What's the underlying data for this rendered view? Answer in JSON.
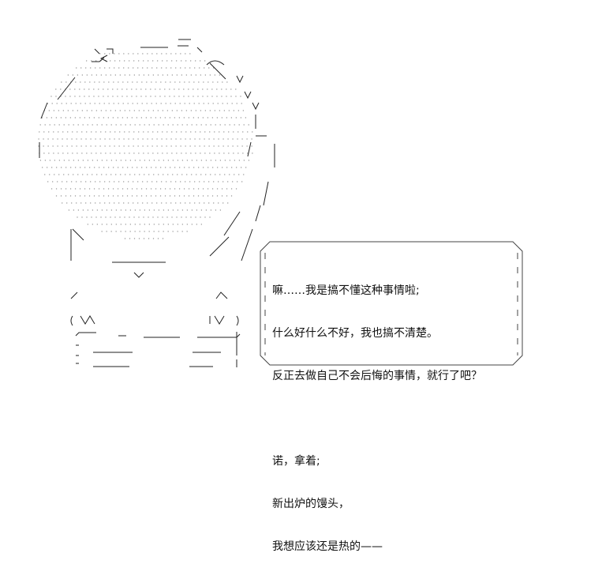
{
  "dialog": {
    "lines": [
      "嘛……我是搞不懂这种事情啦;",
      "什么好什么不好，我也搞不清楚。",
      "反正去做自己不会后悔的事情，就行了吧？",
      "",
      "诺，拿着;",
      "新出炉的馒头，",
      "我想应该还是热的——"
    ]
  },
  "colors": {
    "ink": "#111111",
    "dots": "#9a9a9a"
  }
}
